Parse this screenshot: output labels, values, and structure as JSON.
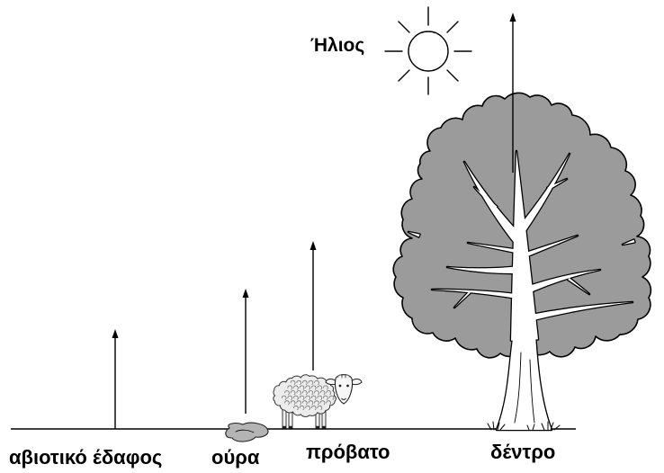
{
  "labels": {
    "sun": "Ήλιος",
    "abiotic_soil": "αβιοτικό έδαφος",
    "urine": "ούρα",
    "sheep": "πρόβατο",
    "tree": "δέντρο"
  },
  "colors": {
    "background": "#ffffff",
    "ink": "#000000",
    "tree_canopy": "#9b9b9b",
    "urine_puddle": "#b4b4b4",
    "sheep_wool": "#ececec"
  },
  "icons": {
    "sun": "sun-icon",
    "tree": "tree-icon",
    "sheep": "sheep-icon",
    "urine": "urine-puddle-icon",
    "arrow": "arrow-up-icon"
  }
}
